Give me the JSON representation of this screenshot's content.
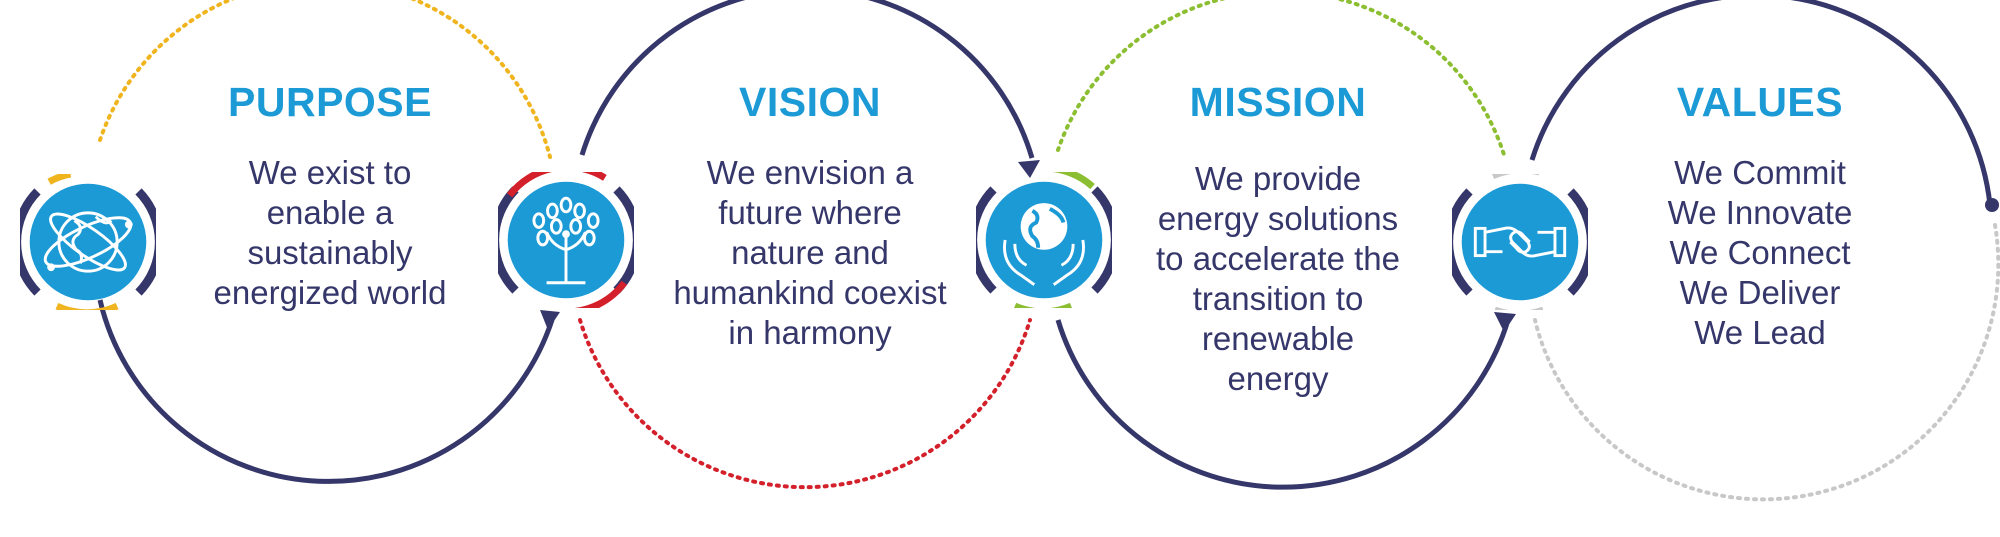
{
  "sections": [
    {
      "id": "purpose",
      "title": "PURPOSE",
      "lines": [
        "We exist to",
        "enable a",
        "sustainably",
        "energized world"
      ],
      "icon": "globe-orbit-icon",
      "accent": "#f0b41e"
    },
    {
      "id": "vision",
      "title": "VISION",
      "lines": [
        "We envision a",
        "future where",
        "nature and",
        "humankind coexist",
        "in harmony"
      ],
      "icon": "tree-person-icon",
      "accent": "#d4202a"
    },
    {
      "id": "mission",
      "title": "MISSION",
      "lines": [
        "We provide",
        "energy solutions",
        "to accelerate the",
        "transition to",
        "renewable",
        "energy"
      ],
      "icon": "hands-globe-icon",
      "accent": "#8cbe32"
    },
    {
      "id": "values",
      "title": "VALUES",
      "lines": [
        "We Commit",
        "We Innovate",
        "We Connect",
        "We Deliver",
        "We Lead"
      ],
      "icon": "handshake-icon",
      "accent": "#c8c8c8"
    }
  ],
  "colors": {
    "navy": "#35366a",
    "blue": "#1c9ad6",
    "text": "#35366a"
  }
}
